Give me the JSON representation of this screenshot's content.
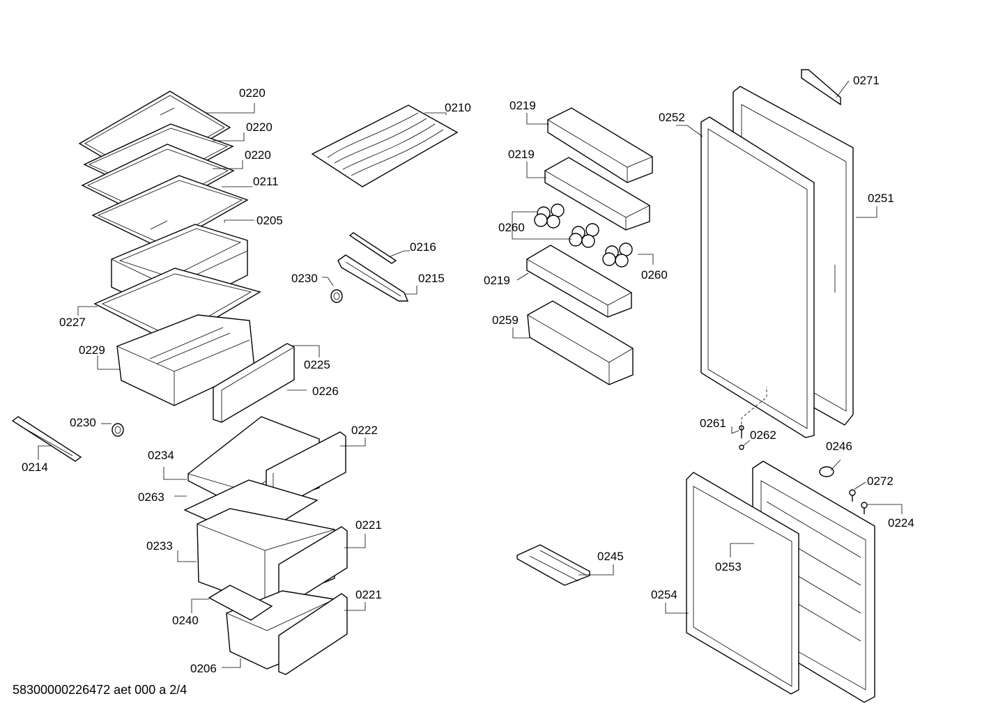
{
  "labels": {
    "p0220a": "0220",
    "p0220b": "0220",
    "p0220c": "0220",
    "p0211": "0211",
    "p0205": "0205",
    "p0210": "0210",
    "p0216": "0216",
    "p0215": "0215",
    "p0230a": "0230",
    "p0227": "0227",
    "p0229": "0229",
    "p0225": "0225",
    "p0226": "0226",
    "p0230b": "0230",
    "p0214": "0214",
    "p0222": "0222",
    "p0234": "0234",
    "p0263": "0263",
    "p0221a": "0221",
    "p0233": "0233",
    "p0221b": "0221",
    "p0240": "0240",
    "p0206": "0206",
    "p0219a": "0219",
    "p0219b": "0219",
    "p0260a": "0260",
    "p0260b": "0260",
    "p0219c": "0219",
    "p0259": "0259",
    "p0245": "0245",
    "p0271": "0271",
    "p0252": "0252",
    "p0251": "0251",
    "p0261": "0261",
    "p0262": "0262",
    "p0246": "0246",
    "p0272": "0272",
    "p0224": "0224",
    "p0253": "0253",
    "p0254": "0254"
  },
  "footer": "58300000226472 aet 000 a 2/4"
}
